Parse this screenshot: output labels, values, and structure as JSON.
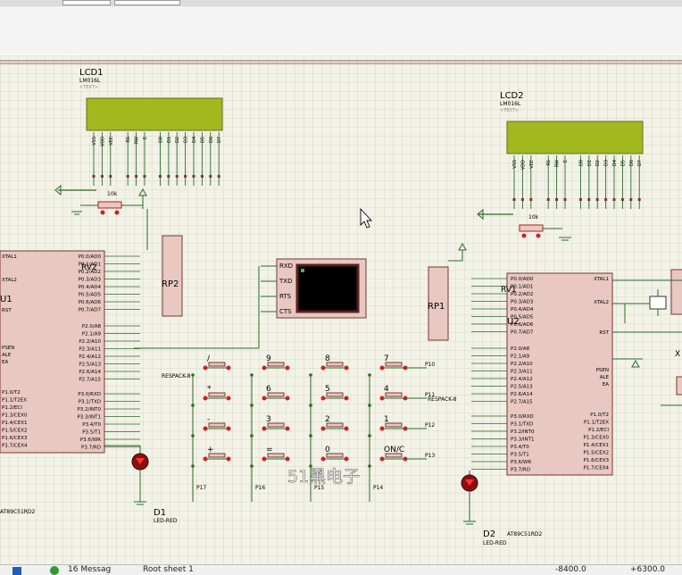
{
  "status": {
    "messages": "16 Messag",
    "sheet": "Root sheet 1",
    "coord_x": "-8400.0",
    "coord_y": "+6300.0"
  },
  "lcd1": {
    "ref": "LCD1",
    "model": "LM016L",
    "text": "<TEXT>"
  },
  "lcd2": {
    "ref": "LCD2",
    "model": "LM016L",
    "text": "<TEXT>"
  },
  "lcd_pins": [
    "VSS",
    "VDD",
    "VEE",
    "RS",
    "RW",
    "E",
    "D0",
    "D1",
    "D2",
    "D3",
    "D4",
    "D5",
    "D6",
    "D7"
  ],
  "rv1": {
    "ref": "RV1",
    "val": "10k"
  },
  "rv2": {
    "ref": "RV2",
    "val": "10k"
  },
  "rp1": {
    "ref": "RP1",
    "pack": "RESPACK-8"
  },
  "rp2": {
    "ref": "RP2",
    "pack": "RESPACK-8"
  },
  "u1": {
    "ref": "U1",
    "part": "AT89C51RD2",
    "left_pins": [
      "XTAL1",
      "XTAL2",
      "RST",
      "PSEN",
      "ALE",
      "EA"
    ],
    "right_pins": [
      "P0.0/AD0",
      "P0.1/AD1",
      "P0.2/AD2",
      "P0.3/AD3",
      "P0.4/AD4",
      "P0.5/AD5",
      "P0.6/AD6",
      "P0.7/AD7",
      "P2.0/A8",
      "P2.1/A9",
      "P2.2/A10",
      "P2.3/A11",
      "P2.4/A12",
      "P2.5/A13",
      "P2.6/A14",
      "P2.7/A15",
      "P3.0/RXD",
      "P3.1/TXD",
      "P3.2/INT0",
      "P3.3/INT1",
      "P3.4/T0",
      "P3.5/T1",
      "P3.6/WR",
      "P3.7/RD"
    ],
    "port_pins": [
      "P1.0/T2",
      "P1.1/T2EX",
      "P1.2/ECI",
      "P1.3/CEX0",
      "P1.4/CEX1",
      "P1.5/CEX2",
      "P1.6/CEX3",
      "P1.7/CEX4"
    ]
  },
  "u2": {
    "ref": "U2",
    "part": "AT89C51RD2",
    "left_pins": [
      "P0.0/AD0",
      "P0.1/AD1",
      "P0.2/AD2",
      "P0.3/AD3",
      "P0.4/AD4",
      "P0.5/AD5",
      "P0.6/AD6",
      "P0.7/AD7",
      "P2.0/A8",
      "P2.1/A9",
      "P2.2/A10",
      "P2.3/A11",
      "P2.4/A12",
      "P2.5/A13",
      "P2.6/A14",
      "P2.7/A15",
      "P3.0/RXD",
      "P3.1/TXD",
      "P3.2/INT0",
      "P3.3/INT1",
      "P3.4/T0",
      "P3.5/T1",
      "P3.6/WR",
      "P3.7/RD"
    ],
    "right_pins": [
      "XTAL1",
      "XTAL2",
      "RST",
      "PSEN",
      "ALE",
      "EA"
    ],
    "port_pins": [
      "P1.0/T2",
      "P1.1/T2EX",
      "P1.2/ECI",
      "P1.3/CEX0",
      "P1.4/CEX1",
      "P1.5/CEX2",
      "P1.6/CEX3",
      "P1.7/CEX4"
    ]
  },
  "terminal": {
    "pins": [
      "RXD",
      "TXD",
      "RTS",
      "CTS"
    ]
  },
  "d1": {
    "ref": "D1",
    "part": "LED-RED"
  },
  "d2": {
    "ref": "D2",
    "part": "LED-RED"
  },
  "keypad": {
    "rows": [
      [
        "7",
        "8",
        "9",
        "/"
      ],
      [
        "4",
        "5",
        "6",
        "*"
      ],
      [
        "1",
        "2",
        "3",
        "-"
      ],
      [
        "ON/C",
        "0",
        "=",
        "+"
      ]
    ],
    "row_nets": [
      "P10",
      "P11",
      "P12",
      "P13"
    ],
    "col_nets": [
      "P14",
      "P15",
      "P16",
      "P17"
    ]
  },
  "watermark": "51黑电子",
  "xtal_ref": "X"
}
